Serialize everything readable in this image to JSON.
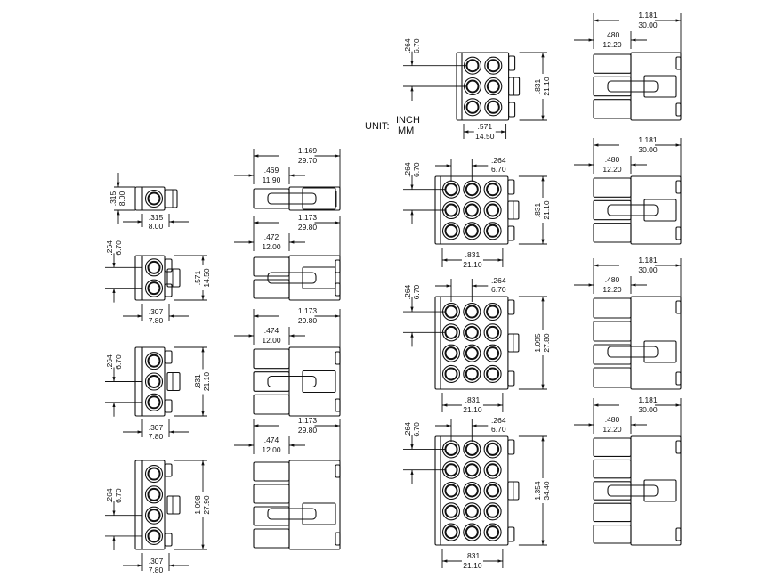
{
  "unit": {
    "label": "UNIT:",
    "inch": "INCH",
    "mm": "MM"
  },
  "single_row_front_views": [
    {
      "pins": 1,
      "height": {
        "in": ".315",
        "mm": "8.00"
      },
      "width": {
        "in": ".315",
        "mm": "8.00"
      }
    },
    {
      "pins": 2,
      "pitch": {
        "in": ".264",
        "mm": "6.70"
      },
      "height": {
        "in": ".571",
        "mm": "14.50"
      },
      "width": {
        "in": ".307",
        "mm": "7.80"
      }
    },
    {
      "pins": 3,
      "pitch": {
        "in": ".264",
        "mm": "6.70"
      },
      "height": {
        "in": ".831",
        "mm": "21.10"
      },
      "width": {
        "in": ".307",
        "mm": "7.80"
      }
    },
    {
      "pins": 4,
      "pitch": {
        "in": ".264",
        "mm": "6.70"
      },
      "height": {
        "in": "1.098",
        "mm": "27.90"
      },
      "width": {
        "in": ".307",
        "mm": "7.80"
      }
    }
  ],
  "single_row_side_views": [
    {
      "length": {
        "in": "1.169",
        "mm": "29.70"
      },
      "offset": {
        "in": ".469",
        "mm": "11.90"
      }
    },
    {
      "length": {
        "in": "1.173",
        "mm": "29.80"
      },
      "offset": {
        "in": ".472",
        "mm": "12.00"
      }
    },
    {
      "length": {
        "in": "1.173",
        "mm": "29.80"
      },
      "offset": {
        "in": ".474",
        "mm": "12.00"
      }
    },
    {
      "length": {
        "in": "1.173",
        "mm": "29.80"
      },
      "offset": {
        "in": ".474",
        "mm": "12.00"
      }
    }
  ],
  "multi_row_front_views": [
    {
      "pins": 6,
      "pitch": {
        "in": ".264",
        "mm": "6.70"
      },
      "height": {
        "in": ".831",
        "mm": "21.10"
      },
      "width": {
        "in": ".571",
        "mm": "14.50"
      }
    },
    {
      "pins": 9,
      "pitch": {
        "in": ".264",
        "mm": "6.70"
      },
      "col_pitch": {
        "in": ".264",
        "mm": "6.70"
      },
      "height": {
        "in": ".831",
        "mm": "21.10"
      },
      "width": {
        "in": ".831",
        "mm": "21.10"
      }
    },
    {
      "pins": 12,
      "pitch": {
        "in": ".264",
        "mm": "6.70"
      },
      "col_pitch": {
        "in": ".264",
        "mm": "6.70"
      },
      "height": {
        "in": "1.095",
        "mm": "27.80"
      },
      "width": {
        "in": ".831",
        "mm": "21.10"
      }
    },
    {
      "pins": 15,
      "pitch": {
        "in": ".264",
        "mm": "6.70"
      },
      "col_pitch": {
        "in": ".264",
        "mm": "6.70"
      },
      "height": {
        "in": "1.354",
        "mm": "34.40"
      },
      "width": {
        "in": ".831",
        "mm": "21.10"
      }
    }
  ],
  "multi_row_side_views": [
    {
      "length": {
        "in": "1.181",
        "mm": "30.00"
      },
      "offset": {
        "in": ".480",
        "mm": "12.20"
      }
    },
    {
      "length": {
        "in": "1.181",
        "mm": "30.00"
      },
      "offset": {
        "in": ".480",
        "mm": "12.20"
      }
    },
    {
      "length": {
        "in": "1.181",
        "mm": "30.00"
      },
      "offset": {
        "in": ".480",
        "mm": "12.20"
      }
    },
    {
      "length": {
        "in": "1.181",
        "mm": "30.00"
      },
      "offset": {
        "in": ".480",
        "mm": "12.20"
      }
    }
  ]
}
